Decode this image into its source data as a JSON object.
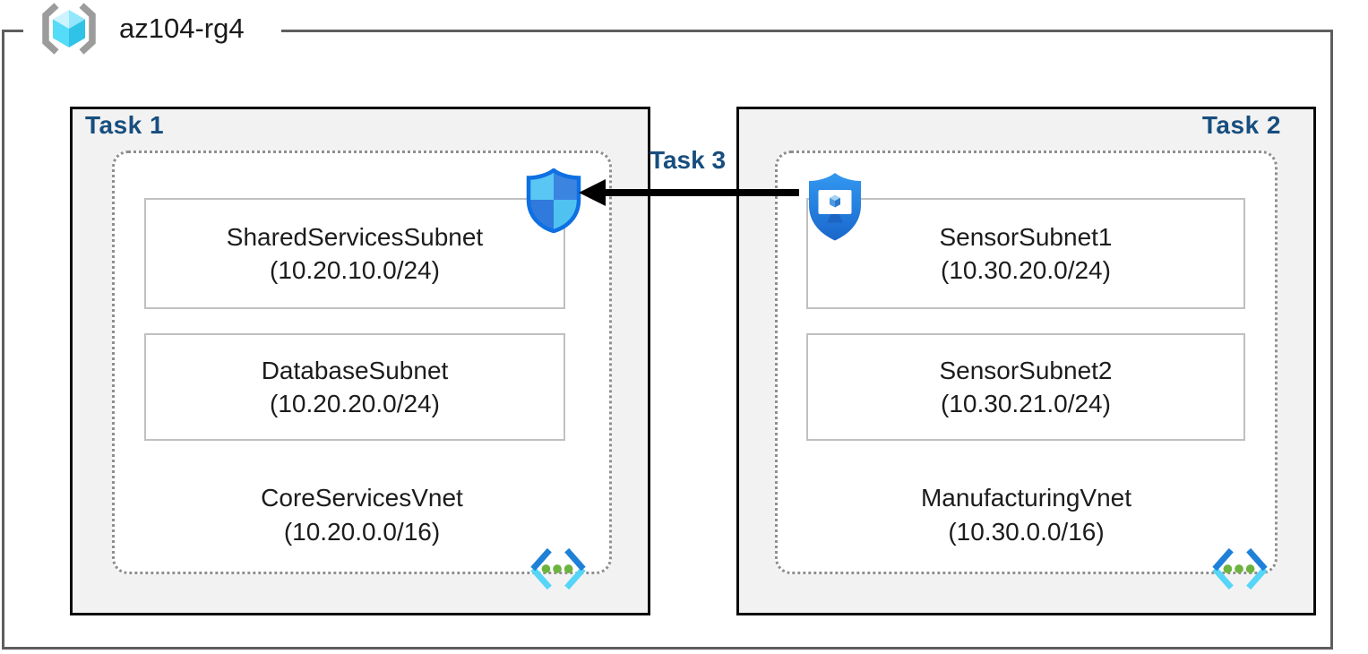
{
  "resource_group": {
    "name": "az104-rg4"
  },
  "task_labels": {
    "task1": "Task 1",
    "task2": "Task 2",
    "task3": "Task 3"
  },
  "vnet_left": {
    "name": "CoreServicesVnet",
    "cidr": "(10.20.0.0/16)",
    "subnets": [
      {
        "name": "SharedServicesSubnet",
        "cidr": "(10.20.10.0/24)"
      },
      {
        "name": "DatabaseSubnet",
        "cidr": "(10.20.20.0/24)"
      }
    ]
  },
  "vnet_right": {
    "name": "ManufacturingVnet",
    "cidr": "(10.30.0.0/16)",
    "subnets": [
      {
        "name": "SensorSubnet1",
        "cidr": "(10.30.20.0/24)"
      },
      {
        "name": "SensorSubnet2",
        "cidr": "(10.30.21.0/24)"
      }
    ]
  },
  "icons": {
    "resource_group": "resource-group-cube-brackets-icon",
    "network_security_shield": "network-security-shield-icon",
    "bastion_shield_monitor": "bastion-shield-monitor-icon",
    "virtual_network": "virtual-network-chevrons-icon"
  },
  "colors": {
    "task_label_blue": "#174E7E",
    "frame_border_gray": "#5E5E5E",
    "panel_background": "#F2F2F2",
    "panel_border": "#0B0B0B",
    "dashed_border_gray": "#8F8F8F",
    "subnet_border_gray": "#C0C0C0",
    "arrow_black": "#000000",
    "shield_light_blue": "#5AC6F4",
    "shield_royal_blue": "#3B85E1",
    "shield_outline_blue": "#0E70E2",
    "bastion_blue_top": "#3298F0",
    "bastion_blue_bottom": "#1A67CC",
    "vnet_chevron_blue": "#1F80D8",
    "vnet_chevron_cyan": "#55D5F8",
    "vnet_dot_green": "#6DB33F",
    "rg_bracket_gray": "#9C9C9C",
    "rg_cube_cyan": "#55DCF9"
  }
}
